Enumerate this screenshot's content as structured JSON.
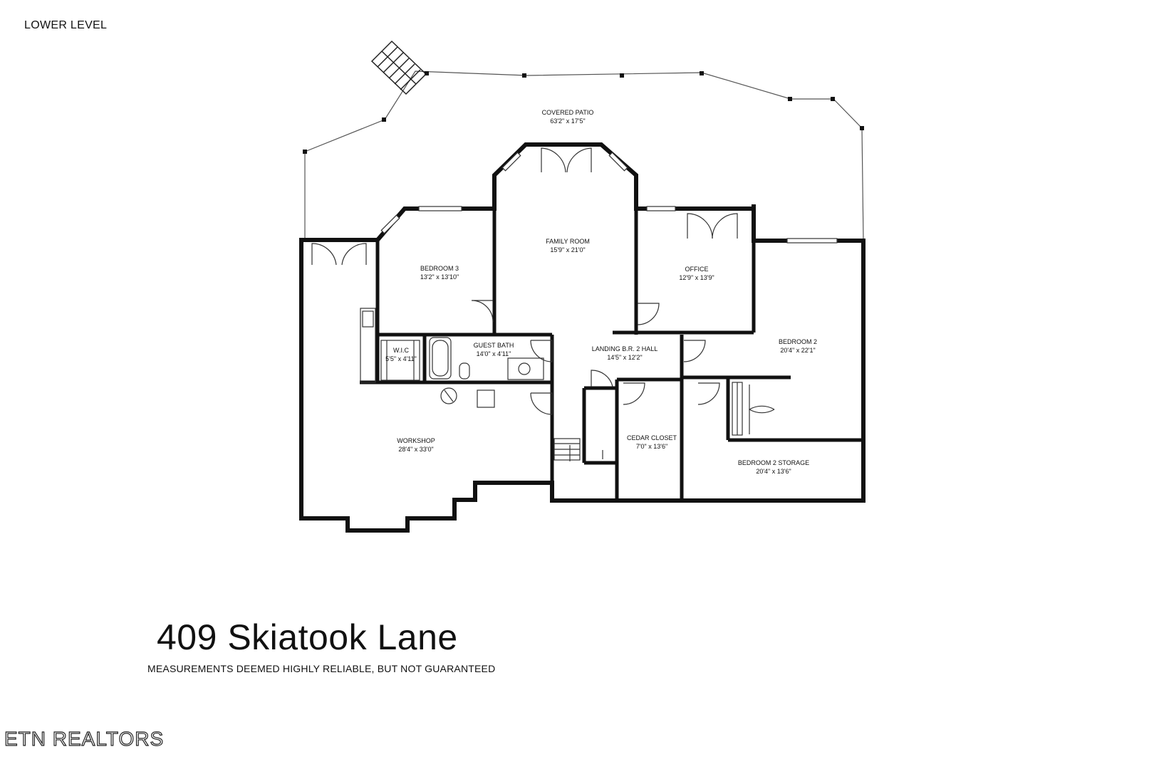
{
  "level_label": "LOWER LEVEL",
  "rooms": [
    {
      "name": "COVERED PATIO",
      "dims": "63'2\" x 17'5\""
    },
    {
      "name": "FAMILY ROOM",
      "dims": "15'9\" x 21'0\""
    },
    {
      "name": "BEDROOM 3",
      "dims": "13'2\" x 13'10\""
    },
    {
      "name": "OFFICE",
      "dims": "12'9\" x 13'9\""
    },
    {
      "name": "BEDROOM 2",
      "dims": "20'4\" x 22'1\""
    },
    {
      "name": "W.I.C",
      "dims": "5'5\" x 4'11\""
    },
    {
      "name": "GUEST BATH",
      "dims": "14'0\" x 4'11\""
    },
    {
      "name": "LANDING B.R. 2 HALL",
      "dims": "14'5\" x 12'2\""
    },
    {
      "name": "WORKSHOP",
      "dims": "28'4\" x 33'0\""
    },
    {
      "name": "CEDAR CLOSET",
      "dims": "7'0\" x 13'6\""
    },
    {
      "name": "BEDROOM 2 STORAGE",
      "dims": "20'4\" x 13'6\""
    }
  ],
  "address": "409 Skiatook Lane",
  "disclaimer": "MEASUREMENTS DEEMED HIGHLY RELIABLE, BUT NOT GUARANTEED",
  "brand": "ETN REALTORS"
}
